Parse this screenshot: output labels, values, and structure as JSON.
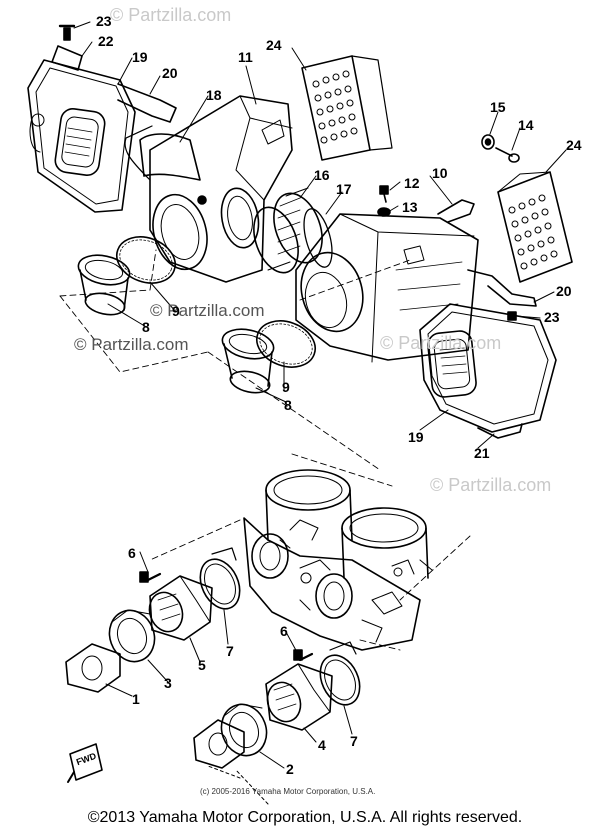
{
  "watermarks": [
    "© Partzilla.com",
    "© Partzilla.com",
    "© Partzilla.com",
    "© Partzilla.com",
    "© Partzilla.com"
  ],
  "callouts": [
    "23",
    "22",
    "19",
    "20",
    "24",
    "11",
    "18",
    "16",
    "17",
    "12",
    "13",
    "10",
    "15",
    "14",
    "24",
    "9",
    "8",
    "9",
    "8",
    "20",
    "23",
    "19",
    "21",
    "6",
    "7",
    "5",
    "3",
    "1",
    "6",
    "7",
    "4",
    "2"
  ],
  "fwd_label": "FWD",
  "small_credit": "(c) 2005-2016 Yamaha Motor Corporation, U.S.A.",
  "footer": "©2013 Yamaha Motor Corporation, U.S.A. All rights reserved."
}
